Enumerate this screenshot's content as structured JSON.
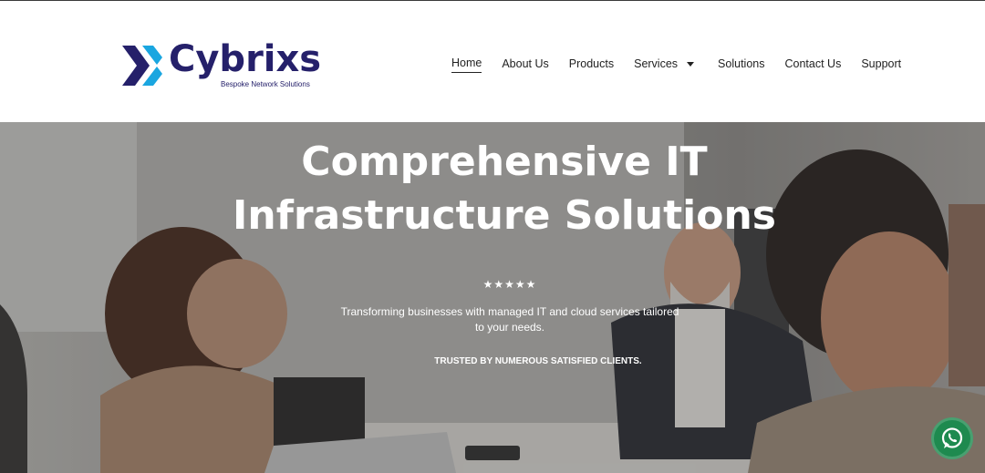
{
  "brand": {
    "name": "Cybrixs",
    "tagline": "Bespoke Network Solutions",
    "colors": {
      "navy": "#25206a",
      "cyan": "#1aa6e0"
    }
  },
  "nav": {
    "items": [
      {
        "label": "Home",
        "active": true
      },
      {
        "label": "About Us"
      },
      {
        "label": "Products"
      },
      {
        "label": "Services",
        "has_dropdown": true,
        "icon": "caret-down-icon"
      },
      {
        "label": "Solutions"
      },
      {
        "label": "Contact Us"
      },
      {
        "label": "Support"
      }
    ]
  },
  "hero": {
    "title_line1": "Comprehensive IT",
    "title_line2": "Infrastructure Solutions",
    "rating_stars": "★★★★★",
    "rating": 5,
    "subtitle": "Transforming businesses with managed IT and cloud services tailored to your needs.",
    "trusted": "TRUSTED BY NUMEROUS SATISFIED CLIENTS."
  },
  "floating": {
    "whatsapp_icon": "whatsapp-icon",
    "whatsapp_color": "#1e8a4f"
  }
}
